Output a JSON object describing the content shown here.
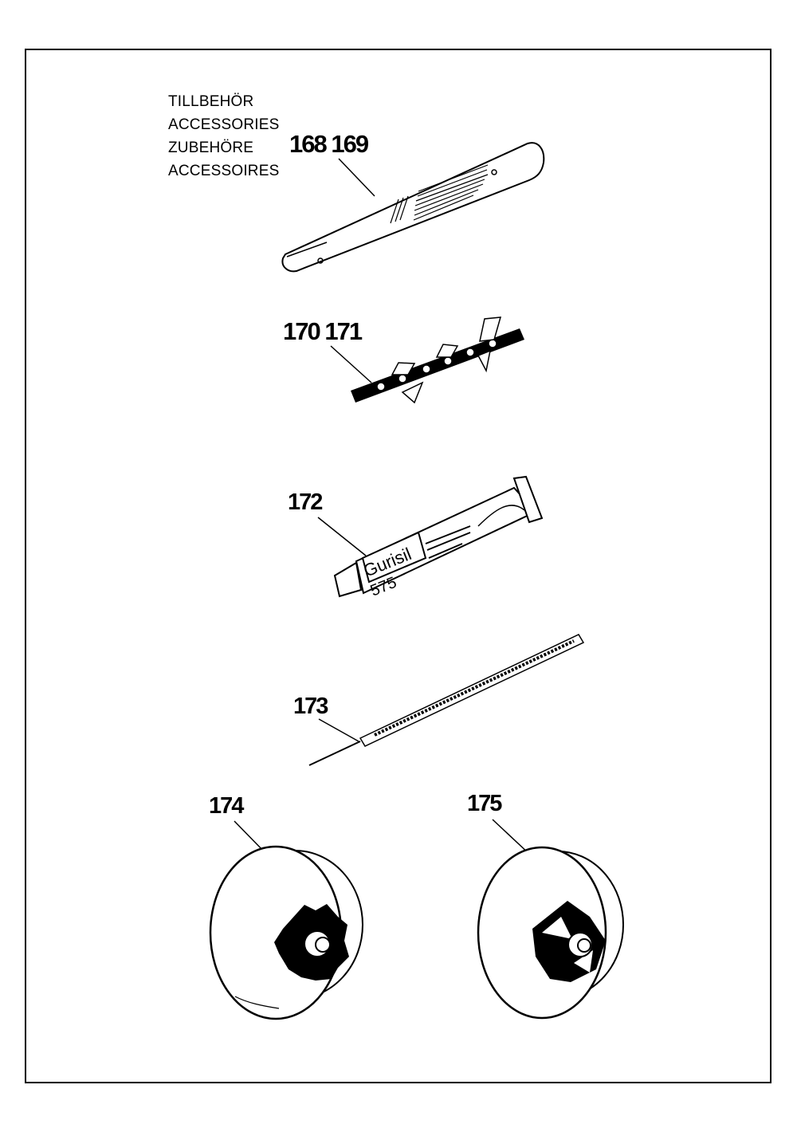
{
  "title": {
    "lines": [
      "TILLBEHÖR",
      "ACCESSORIES",
      "ZUBEHÖRE",
      "ACCESSOIRES"
    ]
  },
  "parts": [
    {
      "label": "168 169",
      "item": "guide-bar"
    },
    {
      "label": "170 171",
      "item": "saw-chain"
    },
    {
      "label": "172",
      "item": "grease-tube",
      "tube_text": "Gurisil",
      "tube_code": "575"
    },
    {
      "label": "173",
      "item": "round-file"
    },
    {
      "label": "174",
      "item": "spur-sprocket"
    },
    {
      "label": "175",
      "item": "rim-sprocket"
    }
  ]
}
